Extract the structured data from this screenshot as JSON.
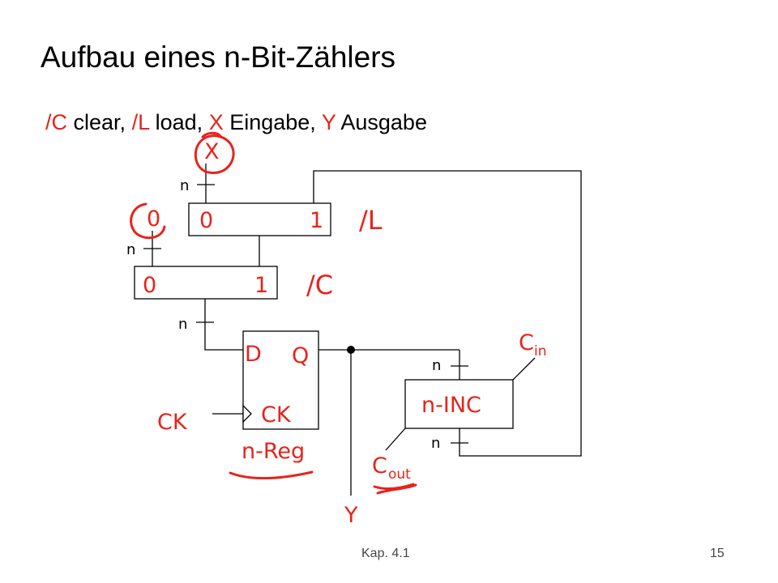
{
  "slide": {
    "title": "Aufbau eines n-Bit-Zählers",
    "legend": [
      {
        "sig": "/C",
        "desc": "clear,"
      },
      {
        "sig": "/L",
        "desc": "load,"
      },
      {
        "sig": "X",
        "desc": "Eingabe,"
      },
      {
        "sig": "Y",
        "desc": "Ausgabe"
      }
    ],
    "footer_left": "Kap. 4.1",
    "footer_right": "15"
  },
  "diagram": {
    "x_label": "X",
    "zero_label": "0",
    "bus_n": "n",
    "mux_top": {
      "in0": "0",
      "in1": "1",
      "select": "/L"
    },
    "mux_bottom": {
      "in0": "0",
      "in1": "1",
      "select": "/C"
    },
    "reg": {
      "d": "D",
      "q": "Q",
      "ck_inner": "CK",
      "ck_outer": "CK",
      "name": "n-Reg"
    },
    "inc": {
      "name": "n-INC",
      "cin": "C",
      "cin_sub": "in",
      "cout": "C",
      "cout_sub": "out"
    },
    "y_label": "Y"
  },
  "colors": {
    "accent": "#e8231b",
    "line": "#000000"
  }
}
